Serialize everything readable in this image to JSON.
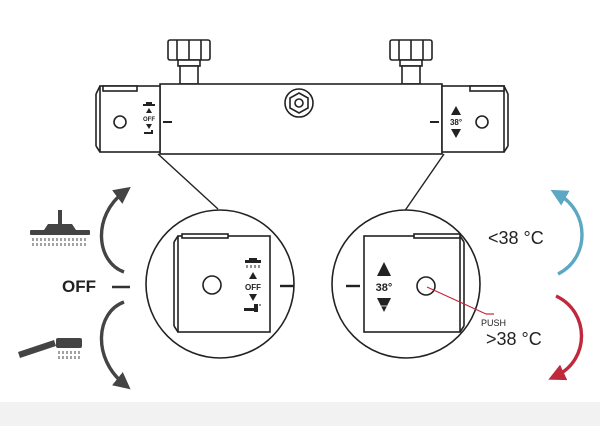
{
  "labels": {
    "off": "OFF",
    "push": "PUSH",
    "temp_low": "<38 °C",
    "temp_high": ">38 °C",
    "temp_value": "38°",
    "handle_off": "OFF"
  },
  "colors": {
    "ink": "#222222",
    "blue_arrow": "#5ba7c4",
    "red_arrow": "#c0283d",
    "push_line": "#c0283d",
    "footer_band": "#f2f2f2"
  },
  "icons": [
    "shower-head-icon",
    "hand-shower-icon",
    "rotate-arrow-icon",
    "hex-nut-icon"
  ]
}
